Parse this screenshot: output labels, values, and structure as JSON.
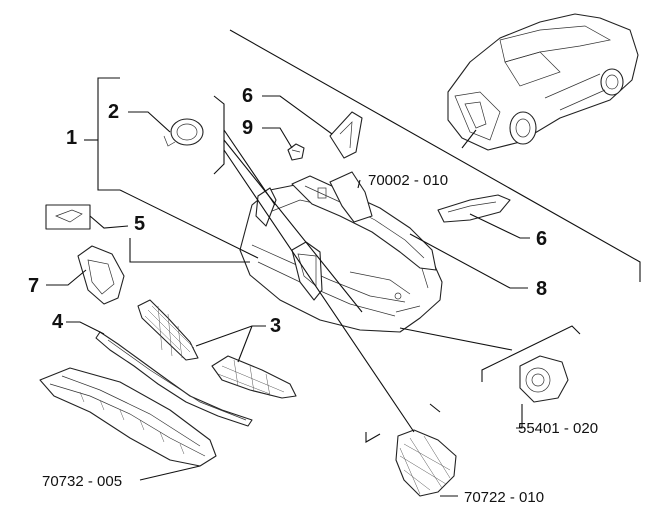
{
  "diagram": {
    "callouts": [
      {
        "id": "c1",
        "text": "1"
      },
      {
        "id": "c2",
        "text": "2"
      },
      {
        "id": "c3",
        "text": "3"
      },
      {
        "id": "c4",
        "text": "4"
      },
      {
        "id": "c5",
        "text": "5"
      },
      {
        "id": "c6a",
        "text": "6"
      },
      {
        "id": "c6b",
        "text": "6"
      },
      {
        "id": "c7",
        "text": "7"
      },
      {
        "id": "c8",
        "text": "8"
      },
      {
        "id": "c9",
        "text": "9"
      }
    ],
    "codes": [
      {
        "id": "k1",
        "text": "70002 - 010"
      },
      {
        "id": "k2",
        "text": "55401 - 020"
      },
      {
        "id": "k3",
        "text": "70732 - 005"
      },
      {
        "id": "k4",
        "text": "70722 - 010"
      }
    ]
  }
}
